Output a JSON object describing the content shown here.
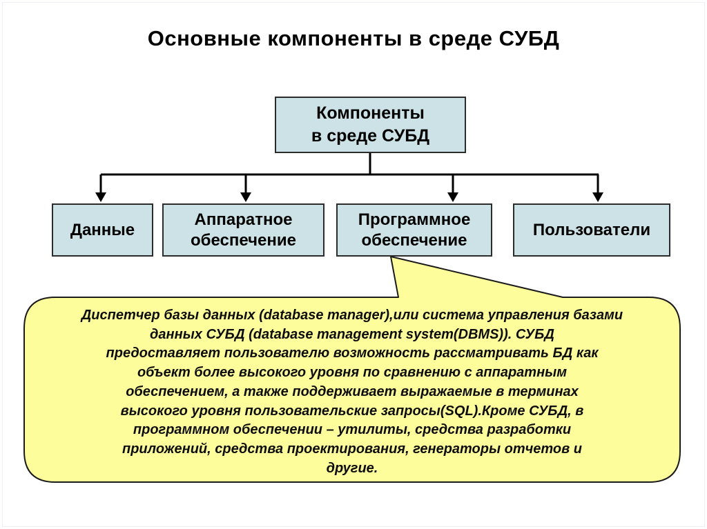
{
  "slide": {
    "title": "Основные компоненты в среде СУБД",
    "root_box": {
      "label": "Компоненты\nв среде СУБД"
    },
    "child_boxes": [
      {
        "label": "Данные"
      },
      {
        "label": "Аппаратное обеспечение"
      },
      {
        "label": "Программное обеспечение"
      },
      {
        "label": "Пользователи"
      }
    ],
    "callout": {
      "text": "Диспетчер базы данных (database manager),или система управления базами\nданных СУБД (database management system(DBMS)). СУБД\nпредоставляет пользователю возможность рассматривать БД как\nобъект более высокого уровня по сравнению с аппаратным\nобеспечением, а также поддерживает выражаемые в терминах\nвысокого уровня пользовательские запросы(SQL).Кроме СУБД, в\nпрограммном обеспечении – утилиты, средства разработки\nприложений, средства проектирования, генераторы отчетов и\nдругие.",
      "points_to": "Программное обеспечение"
    },
    "colors": {
      "node_fill": "#cde2e6",
      "node_border": "#2b2b2b",
      "callout_fill": "#fdfd9c",
      "callout_border": "#1a1a1a",
      "connector": "#000000",
      "background": "#ffffff"
    }
  }
}
